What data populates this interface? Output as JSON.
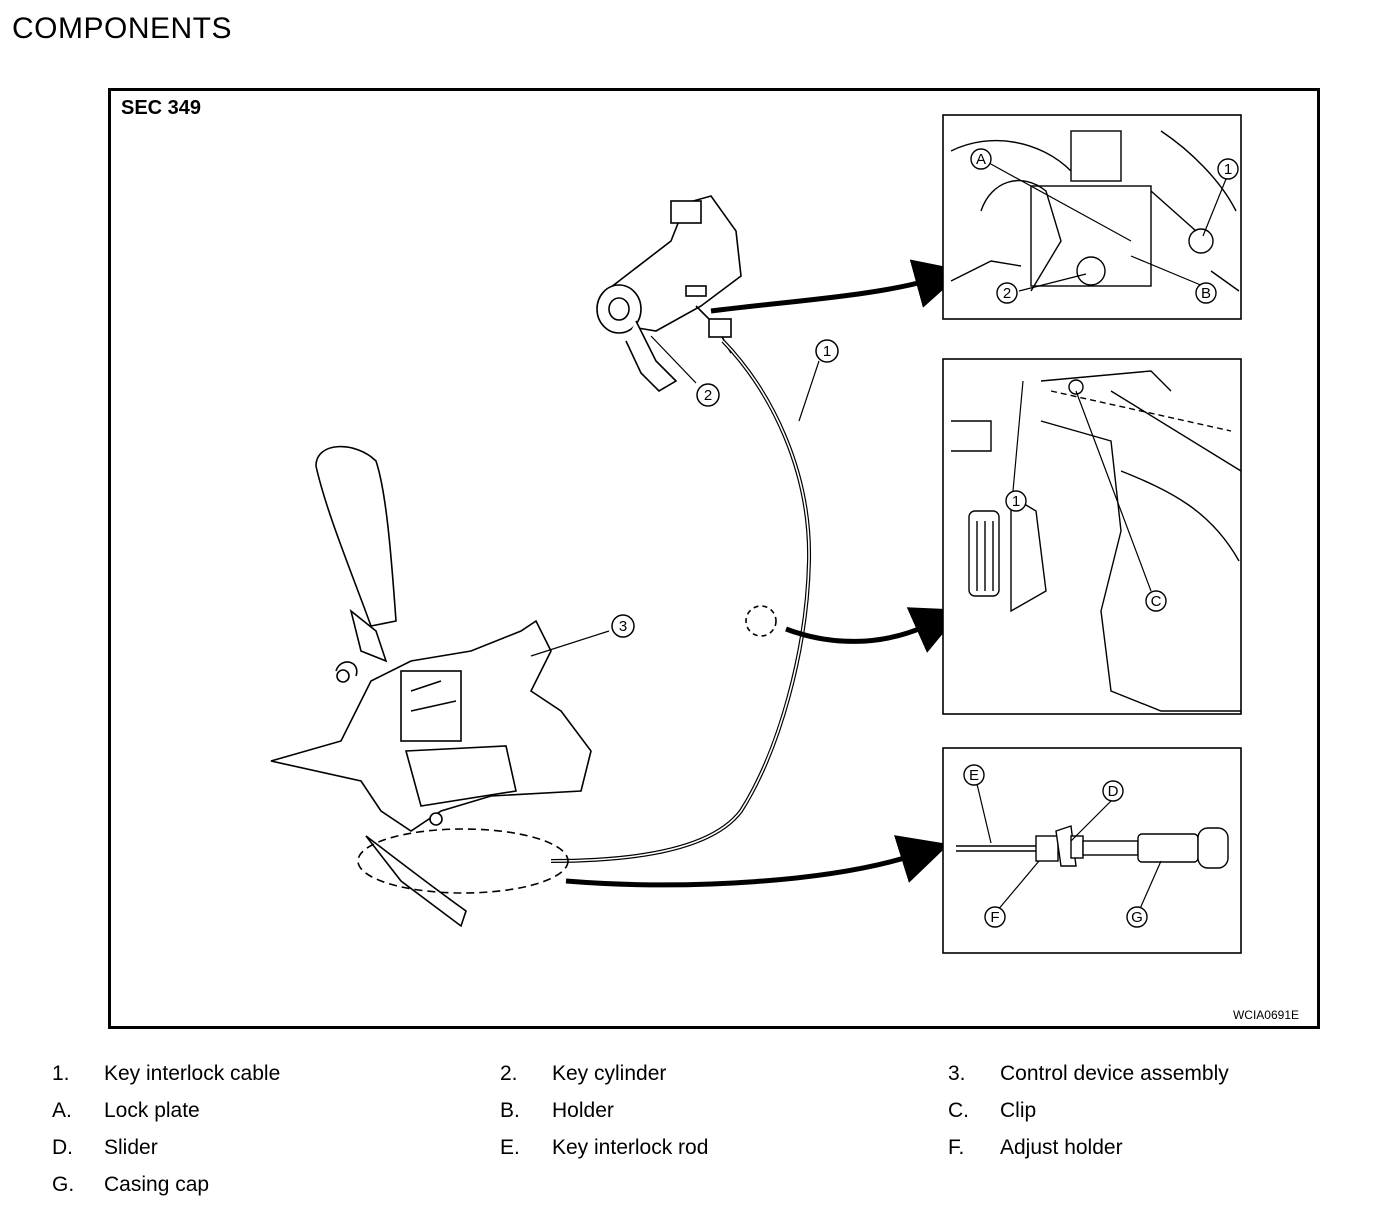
{
  "header": {
    "title": "COMPONENTS"
  },
  "figure": {
    "section_label": "SEC 349",
    "figure_code": "WCIA0691E",
    "callouts": {
      "main_1": "1",
      "main_2": "2",
      "main_3": "3",
      "inset1_1": "1",
      "inset1_2": "2",
      "inset1_A": "A",
      "inset1_B": "B",
      "inset2_1": "1",
      "inset2_C": "C",
      "inset3_D": "D",
      "inset3_E": "E",
      "inset3_F": "F",
      "inset3_G": "G"
    }
  },
  "legend": {
    "items": [
      {
        "key": "1.",
        "desc": "Key interlock cable"
      },
      {
        "key": "2.",
        "desc": "Key cylinder"
      },
      {
        "key": "3.",
        "desc": "Control device assembly"
      },
      {
        "key": "A.",
        "desc": "Lock plate"
      },
      {
        "key": "B.",
        "desc": "Holder"
      },
      {
        "key": "C.",
        "desc": "Clip"
      },
      {
        "key": "D.",
        "desc": "Slider"
      },
      {
        "key": "E.",
        "desc": "Key interlock rod"
      },
      {
        "key": "F.",
        "desc": "Adjust holder"
      },
      {
        "key": "G.",
        "desc": "Casing cap"
      }
    ]
  }
}
